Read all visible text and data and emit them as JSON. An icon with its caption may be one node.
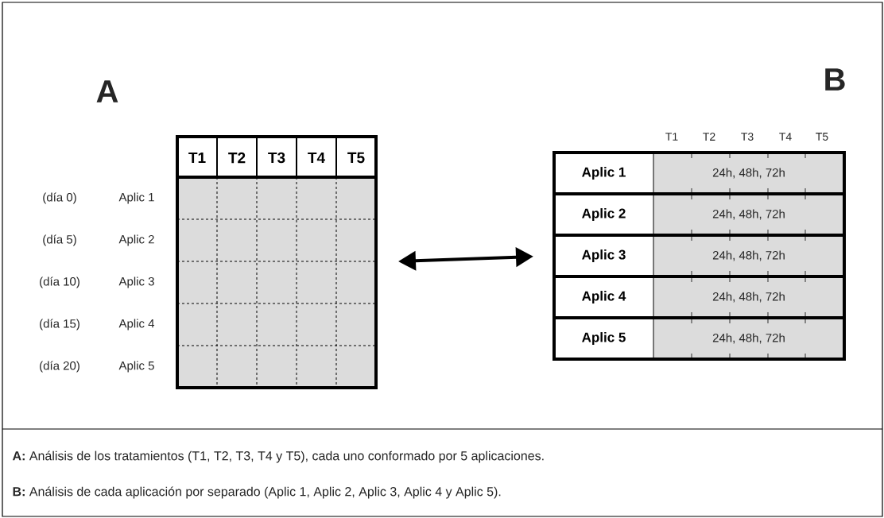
{
  "diagram": {
    "nodes": [
      {
        "text": [
          "T1",
          "T2",
          "T3",
          "T4",
          "T5"
        ],
        "beside": [
          "(día 0)",
          "Aplic 1",
          "(día 5)",
          "Aplic 2",
          "(día 10)",
          "Aplic 3",
          "(día 15)",
          "Aplic 4",
          "(día 20)",
          "Aplic 5"
        ]
      },
      {
        "text": [
          "Aplic 1",
          "24h, 48h, 72h",
          "Aplic 2",
          "24h, 48h, 72h",
          "Aplic 3",
          "24h, 48h, 72h",
          "Aplic 4",
          "24h, 48h, 72h",
          "Aplic 5",
          "24h, 48h, 72h"
        ],
        "beside": [
          "T1",
          "T2",
          "T3",
          "T4",
          "T5"
        ]
      }
    ],
    "edges": [
      {
        "from": 0,
        "to": 1,
        "arrow": "both"
      }
    ],
    "labels": [
      "A",
      "B",
      "**A:** Análisis de los tratamientos (T1, T2, T3, T4 y T5), cada uno conformado por 5 aplicaciones.",
      "**B:** Análisis de cada aplicación por separado (Aplic 1, Aplic 2, Aplic 3, Aplic 4 y Aplic 5)."
    ]
  }
}
